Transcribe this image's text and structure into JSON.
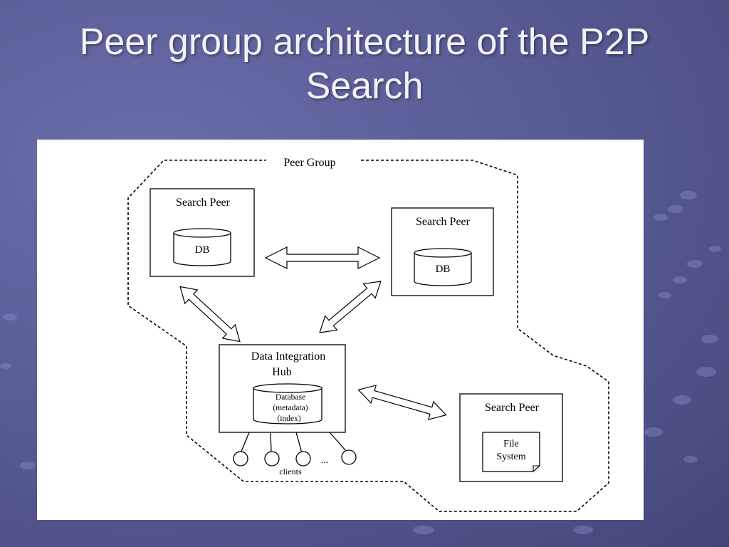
{
  "slide": {
    "title_line1": "Peer group architecture of the P2P",
    "title_line2": "Search"
  },
  "diagram": {
    "group_label": "Peer Group",
    "peers": [
      {
        "id": "peer1",
        "title": "Search Peer",
        "store": "DB"
      },
      {
        "id": "peer2",
        "title": "Search Peer",
        "store": "DB"
      },
      {
        "id": "peer3",
        "title": "Search Peer",
        "store_line1": "File",
        "store_line2": "System"
      }
    ],
    "hub": {
      "title_line1": "Data Integration",
      "title_line2": "Hub",
      "db_line1": "Database",
      "db_line2": "(metadata)",
      "db_line3": "(index)"
    },
    "clients_label": "clients",
    "ellipsis": "..."
  }
}
